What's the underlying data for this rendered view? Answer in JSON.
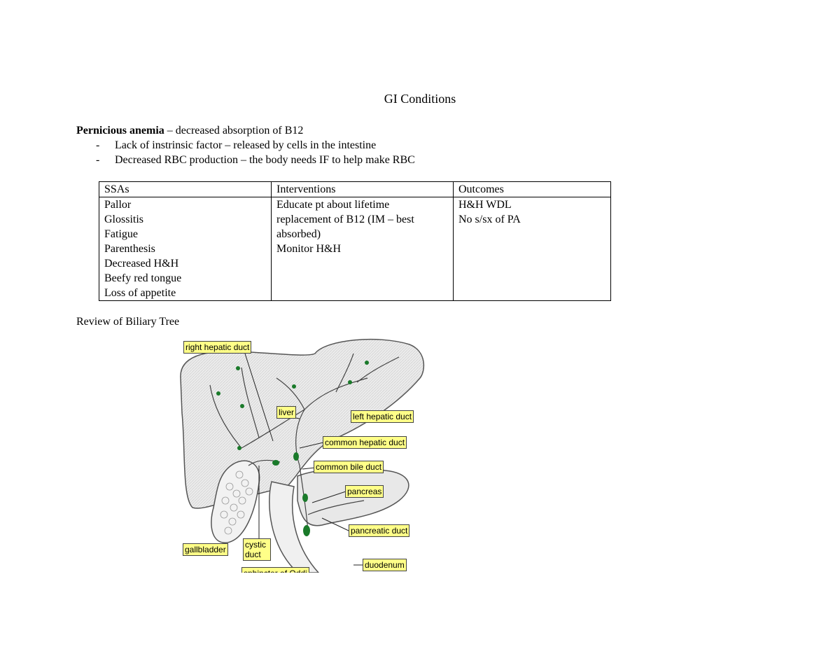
{
  "title": "GI Conditions",
  "intro": {
    "term": "Pernicious anemia",
    "definition": " – decreased absorption of B12"
  },
  "bullets": [
    {
      "dash": "-",
      "text": "Lack of instrinsic factor – released by cells in the intestine"
    },
    {
      "dash": "-",
      "text": "Decreased RBC production – the body needs IF to help make RBC"
    }
  ],
  "table": {
    "headers": [
      "SSAs",
      "Interventions",
      "Outcomes"
    ],
    "ssas": [
      "Pallor",
      "Glossitis",
      "Fatigue",
      "Parenthesis",
      "Decreased H&H",
      "Beefy red tongue",
      "Loss of appetite"
    ],
    "interventions": [
      "Educate pt about lifetime",
      "replacement of B12 (IM – best",
      "absorbed)",
      "Monitor H&H"
    ],
    "outcomes": [
      "H&H WDL",
      "No s/sx of PA"
    ]
  },
  "review_heading": "Review of Biliary Tree",
  "figure": {
    "labels": {
      "right_hepatic_duct": "right hepatic duct",
      "liver": "liver",
      "left_hepatic_duct": "left hepatic duct",
      "common_hepatic_duct": "common hepatic duct",
      "common_bile_duct": "common bile duct",
      "pancreas": "pancreas",
      "pancreatic_duct": "pancreatic duct",
      "gallbladder": "gallbladder",
      "cystic_duct": "cystic duct",
      "duodenum": "duodenum",
      "sphincter_of_oddi": "sphincter of Oddi"
    },
    "colors": {
      "label_fill": "#ffff88",
      "node_green": "#1a7a2a",
      "organ_fill": "#e6e6e6"
    }
  }
}
